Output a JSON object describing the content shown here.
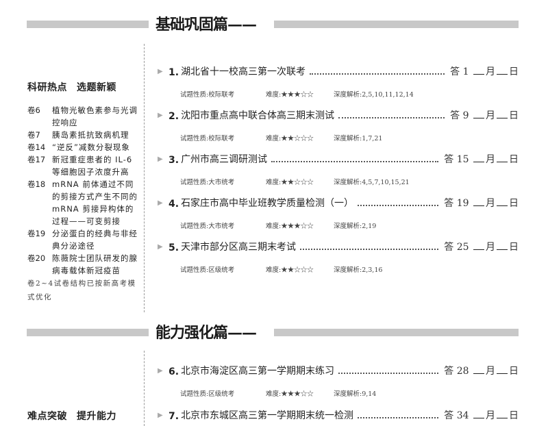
{
  "section1": {
    "title": "基础巩固篇——",
    "side_heading": [
      "科研热点",
      "选题新颖"
    ],
    "side_items": [
      {
        "k": "卷6",
        "t": "植物光敏色素参与光调控响应"
      },
      {
        "k": "卷7",
        "t": "胰岛素抵抗致病机理"
      },
      {
        "k": "卷14",
        "t": "“逆反”减数分裂现象"
      },
      {
        "k": "卷17",
        "t": "新冠重症患者的 IL-6 等细胞因子浓度升高"
      },
      {
        "k": "卷18",
        "t": "mRNA 前体通过不同的剪接方式产生不同的 mRNA 剪接异构体的过程——可变剪接"
      },
      {
        "k": "卷19",
        "t": "分泌蛋白的经典与非经典分泌途径"
      },
      {
        "k": "卷20",
        "t": "陈薇院士团队研发的腺病毒载体新冠疫苗"
      }
    ],
    "note": "卷2~4试卷结构已按新高考模式优化"
  },
  "section2": {
    "title": "能力强化篇——",
    "side_heading": [
      "难点突破",
      "提升能力"
    ]
  },
  "labels": {
    "answer": "答",
    "month": "月",
    "day": "日",
    "nature": "试题性质:",
    "difficulty": "难度:",
    "analysis": "深度解析:"
  },
  "items": [
    {
      "num": "1.",
      "title": "湖北省十一校高三第一次联考",
      "page": "1",
      "nature": "校际联考",
      "stars": "★★★☆☆",
      "analysis": "2,5,10,11,12,14"
    },
    {
      "num": "2.",
      "title": "沈阳市重点高中联合体高三期末测试",
      "page": "9",
      "nature": "校际联考",
      "stars": "★★☆☆☆",
      "analysis": "1,7,21"
    },
    {
      "num": "3.",
      "title": "广州市高三调研测试",
      "page": "15",
      "nature": "大市统考",
      "stars": "★★☆☆☆",
      "analysis": "4,5,7,10,15,21"
    },
    {
      "num": "4.",
      "title": "石家庄市高中毕业班教学质量检测（一）",
      "page": "19",
      "nature": "大市统考",
      "stars": "★★★☆☆",
      "analysis": "2,19"
    },
    {
      "num": "5.",
      "title": "天津市部分区高三期末考试",
      "page": "25",
      "nature": "区级统考",
      "stars": "★★☆☆☆",
      "analysis": "2,3,16"
    },
    {
      "num": "6.",
      "title": "北京市海淀区高三第一学期期末练习",
      "page": "28",
      "nature": "区级统考",
      "stars": "★★★☆☆",
      "analysis": "9,14"
    },
    {
      "num": "7.",
      "title": "北京市东城区高三第一学期期末统一检测",
      "page": "34"
    }
  ]
}
